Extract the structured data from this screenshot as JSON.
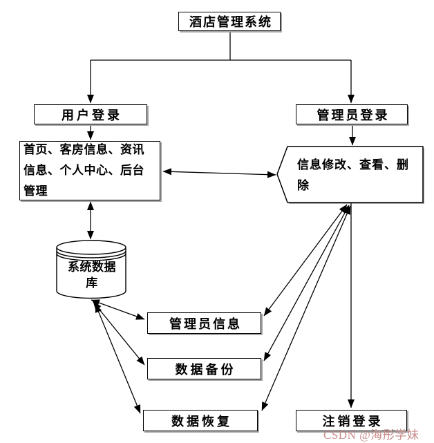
{
  "diagram": {
    "nodes": {
      "root": {
        "label": "酒店管理系统",
        "shape": "rect"
      },
      "user_login": {
        "label": "用户登录",
        "shape": "rect"
      },
      "admin_login": {
        "label": "管理员登录",
        "shape": "rect"
      },
      "user_functions": {
        "label": "首页、客房信息、资讯信息、个人中心、后台管理",
        "shape": "rect"
      },
      "admin_functions": {
        "label": "信息修改、查看、删除",
        "shape": "pentagon-left-point"
      },
      "database": {
        "label": "系统数据库",
        "shape": "cylinder"
      },
      "admin_info": {
        "label": "管理员信息",
        "shape": "rect"
      },
      "data_backup": {
        "label": "数据备份",
        "shape": "rect"
      },
      "data_restore": {
        "label": "数据恢复",
        "shape": "rect"
      },
      "logout": {
        "label": "注销登录",
        "shape": "rect"
      }
    },
    "edges": [
      {
        "from": "root",
        "to": "user_login",
        "type": "arrow"
      },
      {
        "from": "root",
        "to": "admin_login",
        "type": "arrow"
      },
      {
        "from": "user_login",
        "to": "user_functions",
        "type": "arrow"
      },
      {
        "from": "admin_login",
        "to": "admin_functions",
        "type": "arrow"
      },
      {
        "from": "user_functions",
        "to": "admin_functions",
        "type": "double-arrow"
      },
      {
        "from": "user_functions",
        "to": "database",
        "type": "double-arrow"
      },
      {
        "from": "database",
        "to": "admin_info",
        "type": "double-arrow"
      },
      {
        "from": "database",
        "to": "data_backup",
        "type": "double-arrow"
      },
      {
        "from": "database",
        "to": "data_restore",
        "type": "double-arrow"
      },
      {
        "from": "admin_functions",
        "to": "admin_info",
        "type": "double-arrow"
      },
      {
        "from": "admin_functions",
        "to": "data_backup",
        "type": "double-arrow"
      },
      {
        "from": "admin_functions",
        "to": "data_restore",
        "type": "double-arrow"
      },
      {
        "from": "admin_functions",
        "to": "logout",
        "type": "arrow"
      }
    ],
    "colors": {
      "line": "#000000",
      "border": "#000000",
      "fill": "#ffffff",
      "shadow": "#a6a6a6"
    }
  },
  "watermark": {
    "text": "CSDN @海彤学妹",
    "color": "#c98c8c"
  }
}
